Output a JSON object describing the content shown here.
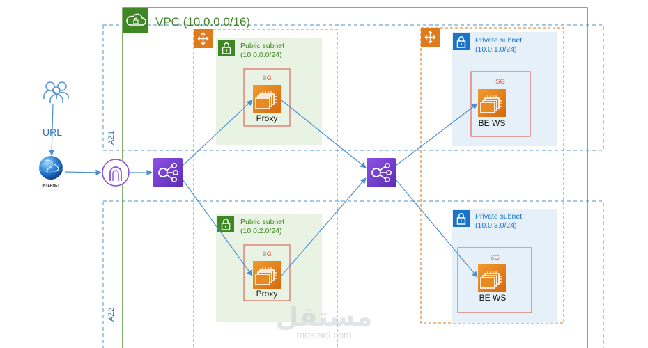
{
  "vpc": {
    "label": "VPC (10.0.0.0/16)"
  },
  "zones": {
    "az1": "AZ1",
    "az2": "AZ2"
  },
  "user": {
    "url_label": "URL"
  },
  "internet": {
    "label": "INTERNET"
  },
  "subnets": {
    "public1": {
      "title": "Public subnet",
      "cidr": "(10.0.0.0/24)"
    },
    "public2": {
      "title": "Public subnet",
      "cidr": "(10.0.2.0/24)"
    },
    "private1": {
      "title": "Private subnet",
      "cidr": "(10.0.1.0/24)"
    },
    "private2": {
      "title": "Private subnet",
      "cidr": "(10.0.3.0/24)"
    }
  },
  "security_groups": {
    "sg_label": "SG"
  },
  "instances": {
    "proxy": "Proxy",
    "backend": "BE WS"
  },
  "watermark": {
    "arabic": "مستقل",
    "domain": "mostaql.com"
  },
  "colors": {
    "vpc_green": "#3f8624",
    "public_fill": "#e9f3e4",
    "private_fill": "#e6f0f9",
    "private_blue": "#1a73c8",
    "sg_red": "#e05a4f",
    "orange": "#e07b1c",
    "elb_purple": "#7b3fd6",
    "arrow_blue": "#4a8fd1",
    "az_dash": "#6fa6d6"
  }
}
